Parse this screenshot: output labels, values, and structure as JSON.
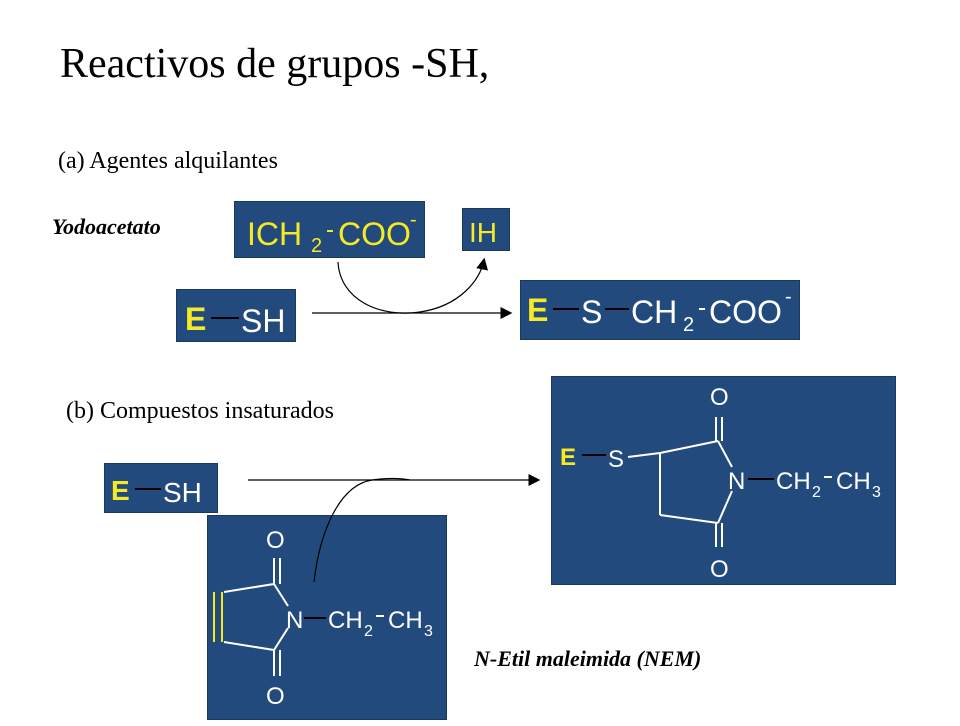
{
  "title": "Reactivos de grupos -SH,",
  "section_a": {
    "heading": "(a) Agentes alquilantes",
    "reagent_name": "Yodoacetato",
    "reagent_formula": {
      "p1": "ICH",
      "sub": "2",
      "p2": "COO",
      "sup": "-"
    },
    "byproduct": "IH",
    "enzyme": {
      "e": "E",
      "sh": "SH"
    },
    "product": {
      "e": "E",
      "s": "S",
      "ch": "CH",
      "sub": "2",
      "coo": "COO",
      "sup": "-"
    }
  },
  "section_b": {
    "heading": "(b) Compuestos insaturados",
    "enzyme": {
      "e": "E",
      "sh": "SH"
    },
    "nem": {
      "o_top": "O",
      "o_bottom": "O",
      "n": "N",
      "ch2": "CH",
      "sub2": "2",
      "ch3": "CH",
      "sub3": "3"
    },
    "nem_label": "N-Etil maleimida (NEM)",
    "product": {
      "e": "E",
      "s": "S",
      "o_top": "O",
      "o_bottom": "O",
      "n": "N",
      "ch2": "CH",
      "sub2": "2",
      "ch3": "CH",
      "sub3": "3"
    }
  },
  "colors": {
    "box": "#234a7c",
    "yellow": "#f5ea25",
    "white": "#ffffff"
  }
}
